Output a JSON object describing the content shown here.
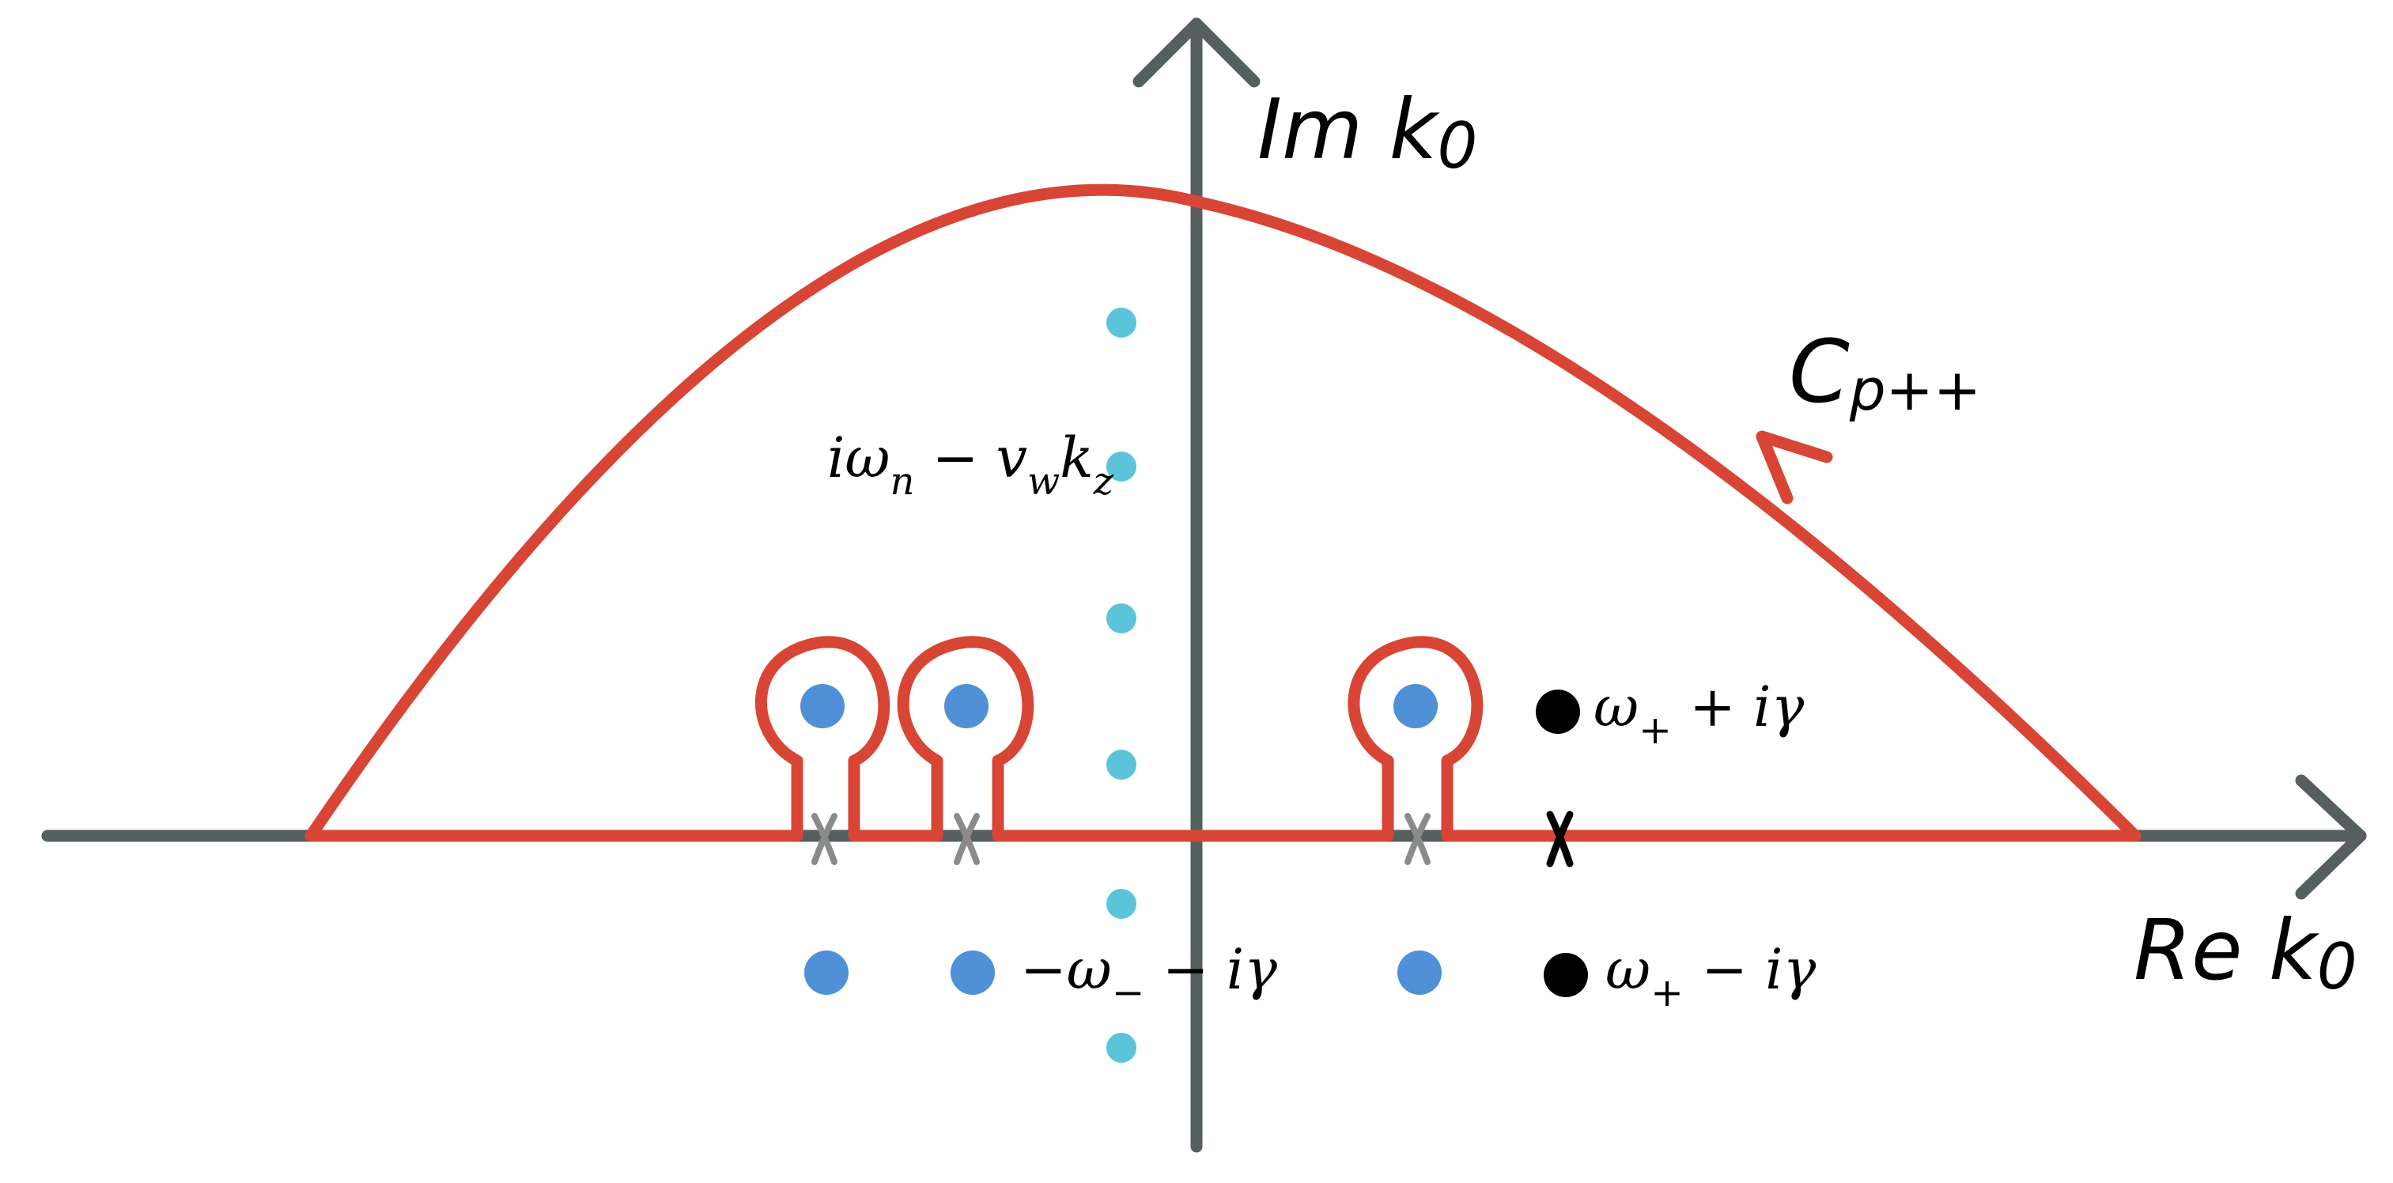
{
  "colors": {
    "axis": "#555f60",
    "contour": "#d84535",
    "matsubara_pole": "#5bc3da",
    "pole_blue": "#4f90d6",
    "pole_black": "#000000",
    "branch_mark_gray": "#8a8a8a",
    "branch_mark_black": "#000000"
  },
  "axes": {
    "imaginary": {
      "main": "Im k",
      "sub": "0"
    },
    "real": {
      "main": "Re k",
      "sub": "0"
    }
  },
  "contour": {
    "main": "C",
    "sub": "p++"
  },
  "pole_labels": {
    "matsubara": {
      "a": "iω",
      "a_sub": "n",
      "b": " − v",
      "b_sub": "w",
      "c": "k",
      "c_sub": "z"
    },
    "upper_plus": {
      "a": "ω",
      "a_sub": "+",
      "b": " + iγ"
    },
    "lower_minus": {
      "a": "−ω",
      "a_sub": "−",
      "b": " − iγ"
    },
    "lower_plus": {
      "a": "ω",
      "a_sub": "+",
      "b": " − iγ"
    }
  },
  "counts": {
    "matsubara_poles": 6,
    "encircled_poles": 3,
    "branch_marks": 4
  }
}
